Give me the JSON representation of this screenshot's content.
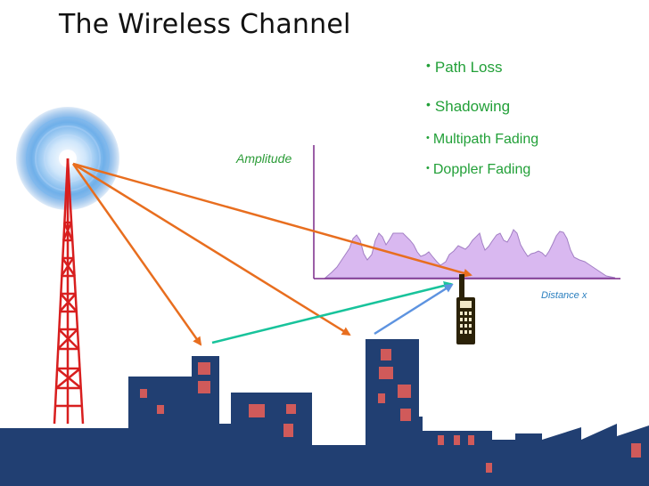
{
  "title": "The Wireless Channel",
  "bullets": [
    {
      "label": "Path Loss"
    },
    {
      "label": "Shadowing"
    },
    {
      "label": "Multipath Fading"
    },
    {
      "label": "Doppler Fading"
    }
  ],
  "bullet_glyph": "•",
  "axes": {
    "y_label": "Amplitude",
    "x_label": "Distance x"
  },
  "colors": {
    "title": "#111111",
    "bullet_text": "#22a038",
    "axis": "#7a2a8a",
    "signal_fill": "#d9b8f0",
    "signal_stroke": "#a27fc4",
    "direct_ray": "#e86e1f",
    "reflected_ray_green": "#18c39b",
    "reflected_ray_blue": "#5d93e0",
    "tower": "#d81f1f",
    "buildings": "#213f72",
    "windows": "#d05a5a",
    "phone_body": "#2b2208",
    "phone_keys": "#f1e8c8"
  },
  "icons": {
    "antenna": "radio-wave-icon",
    "tower": "transmission-tower-icon",
    "phone": "mobile-phone-icon"
  }
}
